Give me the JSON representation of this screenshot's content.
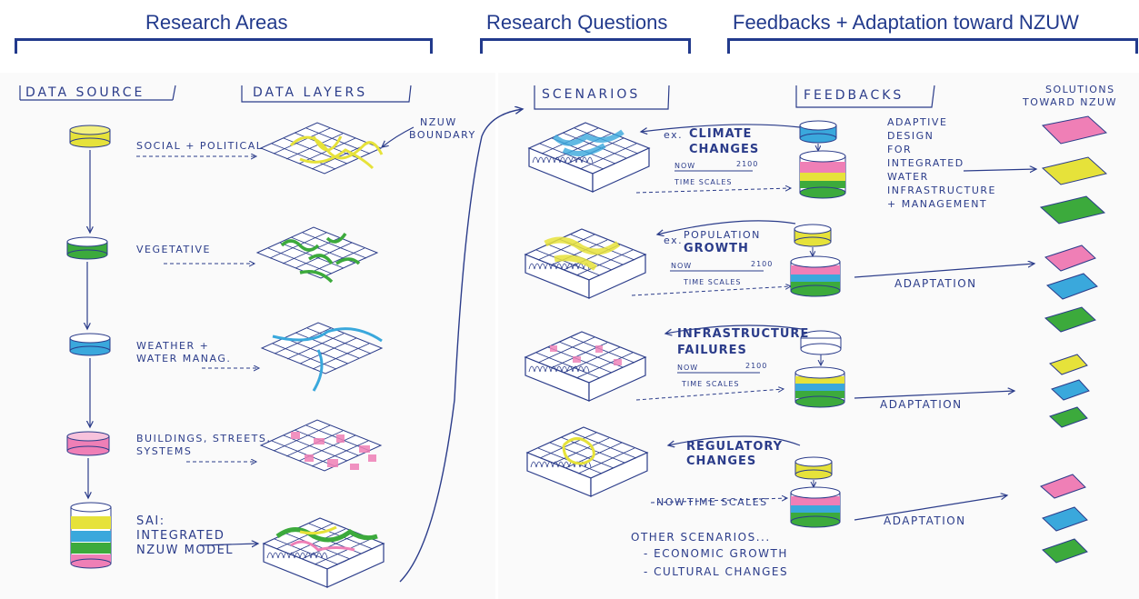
{
  "headers": {
    "research_areas": "Research Areas",
    "research_questions": "Research Questions",
    "feedbacks": "Feedbacks + Adaptation toward NZUW"
  },
  "columns": {
    "data_source": "DATA SOURCE",
    "data_layers": "DATA LAYERS",
    "scenarios": "SCENARIOS",
    "feedbacks": "FEEDBACKS",
    "solutions_1": "SOLUTIONS",
    "solutions_2": "TOWARD NZUW"
  },
  "boundary_label": [
    "NZUW",
    "BOUNDARY"
  ],
  "sources": [
    {
      "label": [
        "SOCIAL + POLITICAL"
      ],
      "color": "#e6e23a"
    },
    {
      "label": [
        "VEGETATIVE"
      ],
      "color": "#3caa3c"
    },
    {
      "label": [
        "WEATHER +",
        "WATER MANAG."
      ],
      "color": "#3aa8dc"
    },
    {
      "label": [
        "BUILDINGS, STREETS,",
        "SYSTEMS"
      ],
      "color": "#ef7fb6"
    },
    {
      "label": [
        "SAI:",
        "INTEGRATED",
        "NZUW MODEL"
      ],
      "color": "stack"
    }
  ],
  "scenarios": [
    {
      "title": [
        "CLIMATE",
        "CHANGES"
      ]
    },
    {
      "title": [
        "POPULATION",
        "GROWTH"
      ]
    },
    {
      "title": [
        "INFRASTRUCTURE",
        "FAILURES"
      ]
    },
    {
      "title": [
        "REGULATORY",
        "CHANGES"
      ]
    }
  ],
  "ex_label": "ex.",
  "timescale": {
    "now": "NOW",
    "end": "2100",
    "label": "TIME SCALES"
  },
  "feedback_text": [
    "ADAPTIVE",
    "DESIGN",
    "FOR",
    "INTEGRATED",
    "WATER",
    "INFRASTRUCTURE",
    "+ MANAGEMENT"
  ],
  "adaptation_label": "ADAPTATION",
  "other_scenarios": {
    "title": "OTHER SCENARIOS...",
    "items": [
      "- ECONOMIC GROWTH",
      "- CULTURAL CHANGES"
    ]
  },
  "colors": {
    "ink": "#223a8c",
    "yellow": "#e6e23a",
    "green": "#3caa3c",
    "blue": "#3aa8dc",
    "pink": "#ef7fb6"
  }
}
